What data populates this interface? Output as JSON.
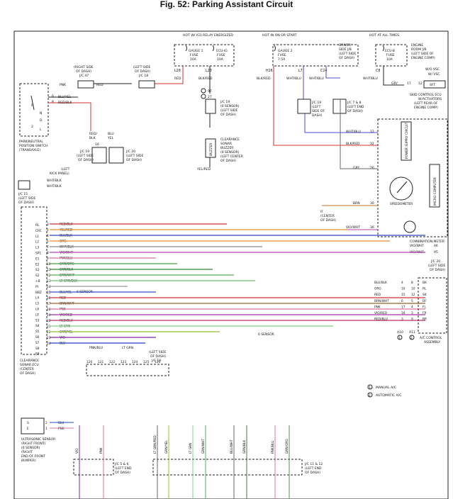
{
  "title": "Fig. 52: Parking Assistant Circuit",
  "fuses": {
    "hot_ig1": "HOT W/ IG1 RELAY ENERGIZED",
    "hot_on_start": "HOT IN ON OR START",
    "hot_all_times": "HOT AT ALL TIMES",
    "gauge1": [
      "GAUGE 1",
      "FUSE",
      "10A"
    ],
    "ecuig": [
      "ECU-IG",
      "FUSE",
      "10A"
    ],
    "gauge2": [
      "GAUGE 2",
      "FUSE",
      "7.5A"
    ],
    "ecub": [
      "ECU-B",
      "FUSE",
      "10A"
    ],
    "driver_jb": [
      "DRIVER",
      "SIDE J/B",
      "(LEFT SIDE",
      "OF DASH)"
    ],
    "engine_jb": [
      "ENGINE",
      "ROOM J/B",
      "(LEFT SIDE OF",
      "ENGINE COMP)"
    ],
    "pins": {
      "l28": "L28",
      "l23": "L23",
      "h26": "H26",
      "l7": "L7",
      "c24": "C24",
      "c8": "C8"
    }
  },
  "connectors": {
    "jc47": [
      "(RIGHT SIDE",
      "OF DASH)",
      "J/C 47"
    ],
    "jc18": [
      "(LEFT SIDE",
      "OF DASH)",
      "J/C 18"
    ],
    "jc19_mid": [
      "J/C 19",
      "(LEFT SIDE",
      "OF DASH)"
    ],
    "jc20_mid": [
      "J/C 20",
      "(LEFT SIDE",
      "OF DASH)"
    ],
    "jc19_buzzer": [
      "J/C 19",
      "(6 SENSOR)",
      "(LEFT SIDE",
      "OF DASH)"
    ],
    "jc19_right": [
      "J/C 19",
      "(LEFT",
      "SIDE OF",
      "DASH)"
    ],
    "jc78": [
      "J/C 7 & 8",
      "(LEFT END",
      "OF DASH)"
    ],
    "jc15": [
      "J/C 15",
      "(LEFT SIDE",
      "OF DASH)"
    ],
    "jc19_bottom": [
      "(LEFT SIDE",
      "OF DASH)",
      "J/C 19"
    ],
    "jc20_right": [
      "J/C 20",
      "(LEFT SIDE",
      "OF DASH)"
    ],
    "jc56": [
      "J/C 5 & 6",
      "(LEFT END",
      "OF DASH)"
    ],
    "jc1112": [
      "J/C 11 & 12",
      "(LEFT END",
      "OF DASH)"
    ],
    "kick_panel": [
      "(LEFT",
      "KICK PANEL)"
    ]
  },
  "notes": {
    "n97": "97",
    "n27": "27",
    "legend1": "MANUAL A/C",
    "legend2": "AUTOMATIC A/C",
    "legend1_num": "1",
    "legend2_num": "2",
    "six_sensor_a": "6 SENSOR",
    "six_sensor_b": "6 SENSOR"
  },
  "components": {
    "park_switch": [
      "PARK/NEUTRAL",
      "POSITION SWITCH",
      "(TRANSAXLE)"
    ],
    "buzzer": [
      "CLEARANCE",
      "SONAR",
      "BUZZER",
      "(6 SENSOR)",
      "(LEFT CENTER",
      "OF DASH)"
    ],
    "buzzer_label": "BUZZER",
    "skid": [
      "SKID CONTROL ECU",
      "W/ACTUATORS",
      "(LEFT REAR OF",
      "ENGINE COMP)"
    ],
    "ecu": [
      "CLEARANCE",
      "SONAR ECU",
      "(CENTER",
      "OF DASH)"
    ],
    "sensor": [
      "ULTRASONIC SENSOR",
      "(RIGHT FRONT)",
      "(6 SENSOR)",
      "(RIGHT",
      "END OF FRONT",
      "BUMPER)"
    ],
    "meter": "COMBINATION METER",
    "power_supply": "POWER SUPPLY CIRCUIT",
    "micro": "MICRO COMPUTER",
    "speedometer": "SPEEDOMETER",
    "ac": [
      "A/C CONTROL",
      "ASSEMBLY"
    ],
    "ground": [
      "IF",
      "(CENTER",
      "OF DASH)"
    ]
  },
  "wires": {
    "pnk": "PNK",
    "red": "RED",
    "blu_yel": "BLU/YEL",
    "red_blk": "RED/BLK",
    "red_blk2": "RED/",
    "blk": "BLK",
    "blu": "BLU",
    "yel": "YEL",
    "blk_red": "BLK/RED",
    "wht_blu": "WHT/BLU",
    "grn": "GRN",
    "gry": "GRY",
    "wht_blk": "WHT/BLK",
    "yel_red": "YEL/RED",
    "blu_wht": "BLU/WHT",
    "vio_wht": "VIO/WHT",
    "brn": "BRN",
    "pnk_blu": "PNK/BLU",
    "lt_grn": "LT GRN",
    "vio": "VIO"
  },
  "ecu_pins": {
    "names": [
      "RL",
      "CRC",
      "L1",
      "L2",
      "L3",
      "SP1",
      "E1",
      "E2",
      "S1",
      "S2",
      "+B",
      "PI",
      "BBZ",
      "L4",
      "L5",
      "L6",
      "LE",
      "S3",
      "S4",
      "S5",
      "S6",
      "S7",
      "S8",
      "S9"
    ],
    "rows": [
      {
        "pin": "3",
        "wire": "RED/BLK"
      },
      {
        "pin": "2",
        "wire": "YEL/RED"
      },
      {
        "pin": "4",
        "wire": "BLU/BLK"
      },
      {
        "pin": "5",
        "wire": "ORG"
      },
      {
        "pin": "7",
        "wire": "WHT/BLK"
      },
      {
        "pin": "8",
        "wire": "VIO/WHT"
      },
      {
        "pin": "9",
        "wire": "PNK/BLU"
      },
      {
        "pin": "10",
        "wire": "GRN/ORG"
      },
      {
        "pin": "11",
        "wire": "GRN/BLK"
      },
      {
        "pin": "12",
        "wire": "GRN/WHT"
      },
      {
        "pin": "13",
        "wire": "LT GRN/BLK"
      },
      {
        "pin": "14",
        "wire": ""
      },
      {
        "pin": "15",
        "wire": "BLU/YEL"
      },
      {
        "pin": "16",
        "wire": "RED"
      },
      {
        "pin": "17",
        "wire": "BRN/WHT"
      },
      {
        "pin": "18",
        "wire": "PNK"
      },
      {
        "pin": "19",
        "wire": "VIO/RED"
      },
      {
        "pin": "20",
        "wire": "RED/BLU"
      },
      {
        "pin": "21",
        "wire": "LT GRN"
      },
      {
        "pin": "22",
        "wire": "GRN/YEL"
      },
      {
        "pin": "23",
        "wire": "VIO"
      },
      {
        "pin": "24",
        "wire": "BLU"
      }
    ]
  },
  "ac_pins": [
    {
      "wire": "BLU/BLK",
      "p1": "4",
      "p2": "8",
      "name": "BK"
    },
    {
      "wire": "ORG",
      "p1": "10",
      "p2": "10",
      "name": "RL"
    },
    {
      "wire": "RED",
      "p1": "15",
      "p2": "12",
      "name": "SK"
    },
    {
      "wire": "BRN/WHT",
      "p1": "6",
      "p2": "5",
      "name": "DF"
    },
    {
      "wire": "PNK",
      "p1": "17",
      "p2": "4",
      "name": "FL"
    },
    {
      "wire": "VIO/RED",
      "p1": "16",
      "p2": "3",
      "name": "FR"
    },
    {
      "wire": "RED/BLU",
      "p1": "3",
      "p2": "9",
      "name": "RR"
    }
  ],
  "ac_footer": {
    "a10": "A10",
    "a11": "A11",
    "c1": "1",
    "c2": "2"
  },
  "meter_pins": [
    {
      "wire": "WHT/BLU",
      "pin": "12"
    },
    {
      "wire": "BLK/RED",
      "pin": "32"
    },
    {
      "wire": "GRY",
      "pin": "26"
    },
    {
      "wire": "BRN",
      "pin": "30"
    },
    {
      "wire": "VIO/WHT",
      "pin": "36"
    }
  ],
  "sensor_pins": [
    {
      "pin": "2",
      "name": "S",
      "wire": "BLU"
    },
    {
      "pin": "1",
      "name": "E",
      "wire": "PNK"
    }
  ],
  "jc19_bottom_pins": [
    "120",
    "121",
    "122",
    "123",
    "124",
    "125",
    "126"
  ],
  "bottom_wires": [
    "VIO",
    "PNK",
    "LT GRN/RED",
    "GRN/YEL",
    "LT GRN",
    "GRN/WHT",
    "BLU/WHT",
    "GRN/BLK",
    "PNK/BLU",
    "GRN/ORG"
  ],
  "mid_labels": {
    "pnk_blu": "PNK/BLU",
    "lt_grn": "LT GRN",
    "vio_wht1": "VIO/WHT",
    "vio_wht2": "VIO/WHT",
    "w46": "46",
    "w95": "95",
    "sft": "SFT",
    "w_vsc": "W/O VSC",
    "w_vsc2": "W/ VSC",
    "pins_v": [
      "17",
      "12"
    ]
  },
  "switch_pins": {
    "p6": "6",
    "p8": "8",
    "r": "R",
    "n": "N",
    "d": "D",
    "l": "L",
    "two": "2"
  }
}
